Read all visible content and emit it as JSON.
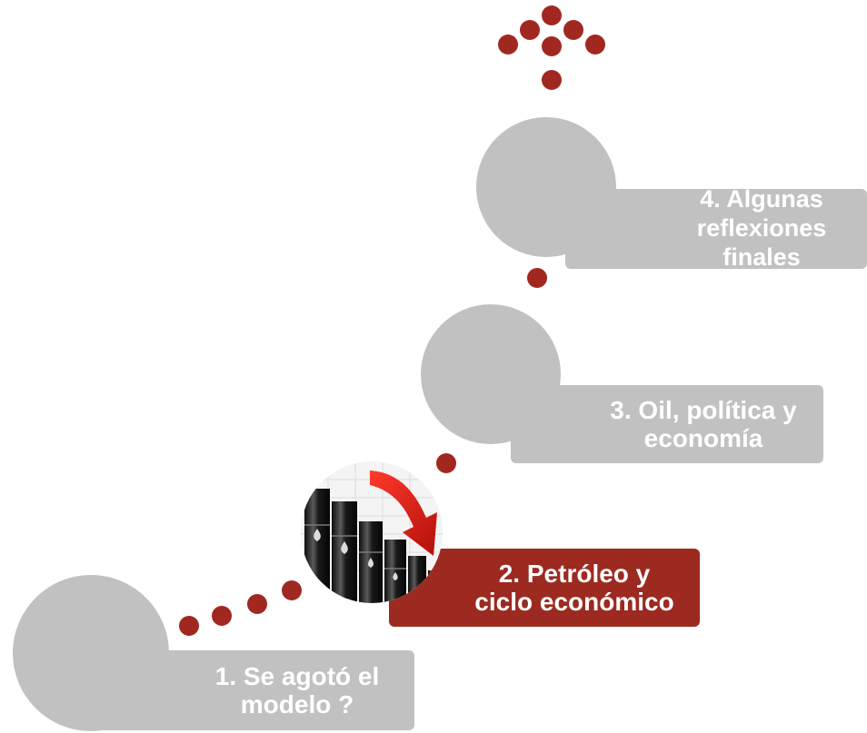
{
  "steps": [
    {
      "number": "1.",
      "lines": [
        "1. Se agotó el",
        "modelo ?"
      ],
      "style": "grey"
    },
    {
      "number": "2.",
      "lines": [
        "2. Petróleo y",
        "ciclo económico"
      ],
      "style": "red"
    },
    {
      "number": "3.",
      "lines": [
        "3. Oil, política y",
        "economía"
      ],
      "style": "grey"
    },
    {
      "number": "4.",
      "lines": [
        "4. Algunas",
        "reflexiones",
        "finales"
      ],
      "style": "grey"
    }
  ],
  "colors": {
    "accent_red": "#9c2a20",
    "dot_red": "#a12820",
    "step_grey": "#c1c1c1",
    "text_white": "#ffffff"
  },
  "icons": {
    "step2_image": "oil-barrels-falling-arrow-icon",
    "top_arrow": "dotted-up-arrow-icon"
  }
}
